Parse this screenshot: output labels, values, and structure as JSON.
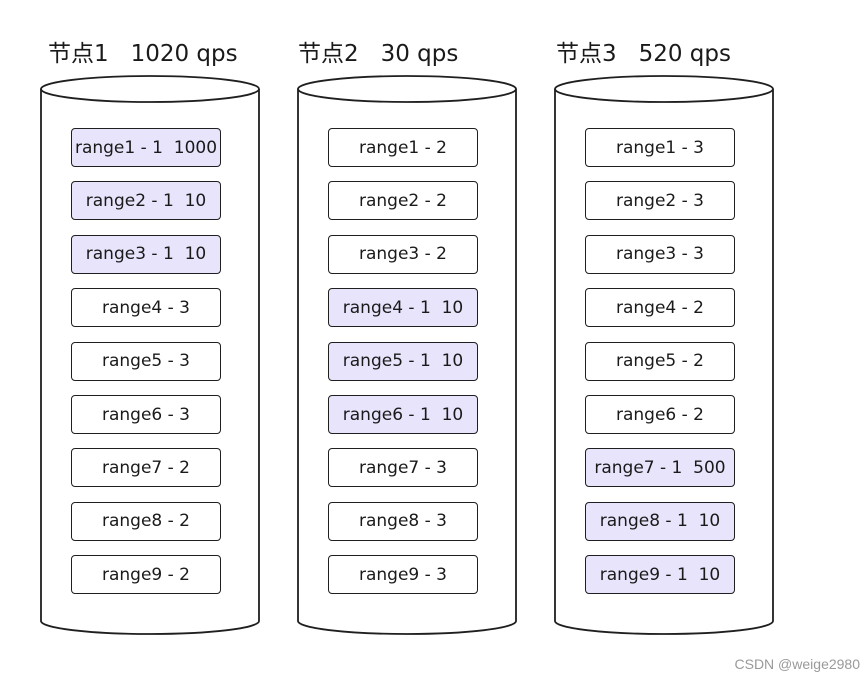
{
  "nodes": [
    {
      "title": "节点1   1020 qps",
      "ranges": [
        {
          "label": "range1 - 1  1000",
          "hot": true
        },
        {
          "label": "range2 - 1  10",
          "hot": true
        },
        {
          "label": "range3 - 1  10",
          "hot": true
        },
        {
          "label": "range4 - 3",
          "hot": false
        },
        {
          "label": "range5 - 3",
          "hot": false
        },
        {
          "label": "range6 - 3",
          "hot": false
        },
        {
          "label": "range7 - 2",
          "hot": false
        },
        {
          "label": "range8 - 2",
          "hot": false
        },
        {
          "label": "range9 - 2",
          "hot": false
        }
      ]
    },
    {
      "title": "节点2   30 qps",
      "ranges": [
        {
          "label": "range1 - 2",
          "hot": false
        },
        {
          "label": "range2 - 2",
          "hot": false
        },
        {
          "label": "range3 - 2",
          "hot": false
        },
        {
          "label": "range4 - 1  10",
          "hot": true
        },
        {
          "label": "range5 - 1  10",
          "hot": true
        },
        {
          "label": "range6 - 1  10",
          "hot": true
        },
        {
          "label": "range7 - 3",
          "hot": false
        },
        {
          "label": "range8 - 3",
          "hot": false
        },
        {
          "label": "range9 - 3",
          "hot": false
        }
      ]
    },
    {
      "title": "节点3   520 qps",
      "ranges": [
        {
          "label": "range1 - 3",
          "hot": false
        },
        {
          "label": "range2 - 3",
          "hot": false
        },
        {
          "label": "range3 - 3",
          "hot": false
        },
        {
          "label": "range4 - 2",
          "hot": false
        },
        {
          "label": "range5 - 2",
          "hot": false
        },
        {
          "label": "range6 - 2",
          "hot": false
        },
        {
          "label": "range7 - 1  500",
          "hot": true
        },
        {
          "label": "range8 - 1  10",
          "hot": true
        },
        {
          "label": "range9 - 1  10",
          "hot": true
        }
      ]
    }
  ],
  "colors": {
    "hot_fill": "#e8e4fb",
    "border": "#1f1f1f"
  },
  "watermark": "CSDN @weige2980"
}
